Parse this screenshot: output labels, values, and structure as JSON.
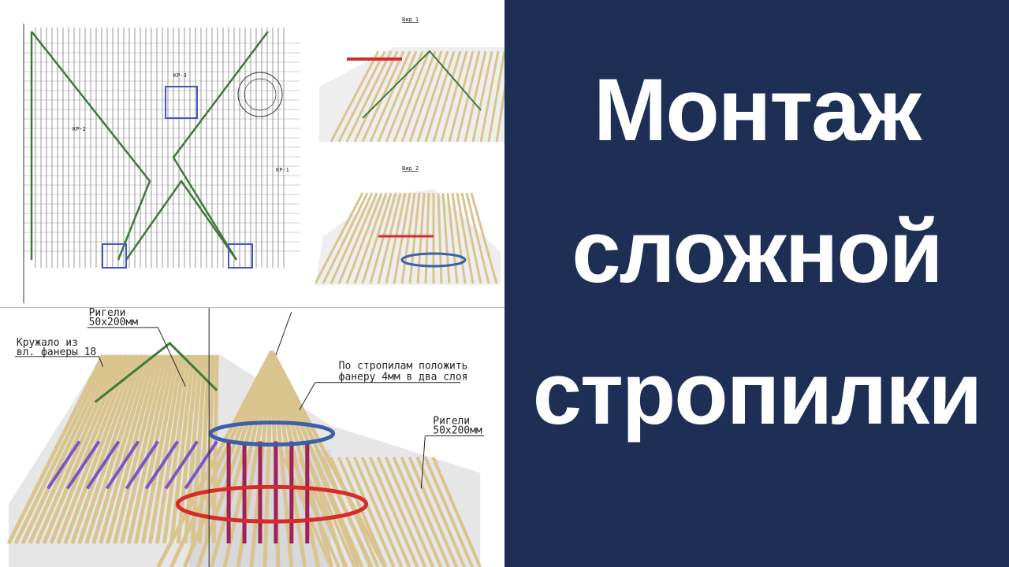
{
  "title": {
    "lines": [
      "Монтаж",
      "сложной",
      "стропилки"
    ],
    "text_color": "#ffffff",
    "background_color": "#1e2f55"
  },
  "plan_drawing": {
    "labels": [
      "КР-1",
      "КР-2",
      "КР-3"
    ]
  },
  "views": {
    "view1_label": "Вид 1",
    "view2_label": "Вид 2"
  },
  "main_render": {
    "callout_riegel_top": [
      "Ригели",
      "50x200мм"
    ],
    "callout_kruzhalo": [
      "Кружало из",
      "вл. фанеры 18"
    ],
    "callout_plywood": [
      "По стропилам положить",
      "фанеру 4мм в два слоя"
    ],
    "callout_riegel_right": [
      "Ригели",
      "50x200мм"
    ]
  },
  "colors": {
    "wood": "#d9c48e",
    "ridge_green": "#3f7a3a",
    "beam_red": "#d62b2b",
    "purple": "#7a55c8",
    "magenta_post": "#a0205a",
    "blue_ring": "#3b5fa8"
  }
}
